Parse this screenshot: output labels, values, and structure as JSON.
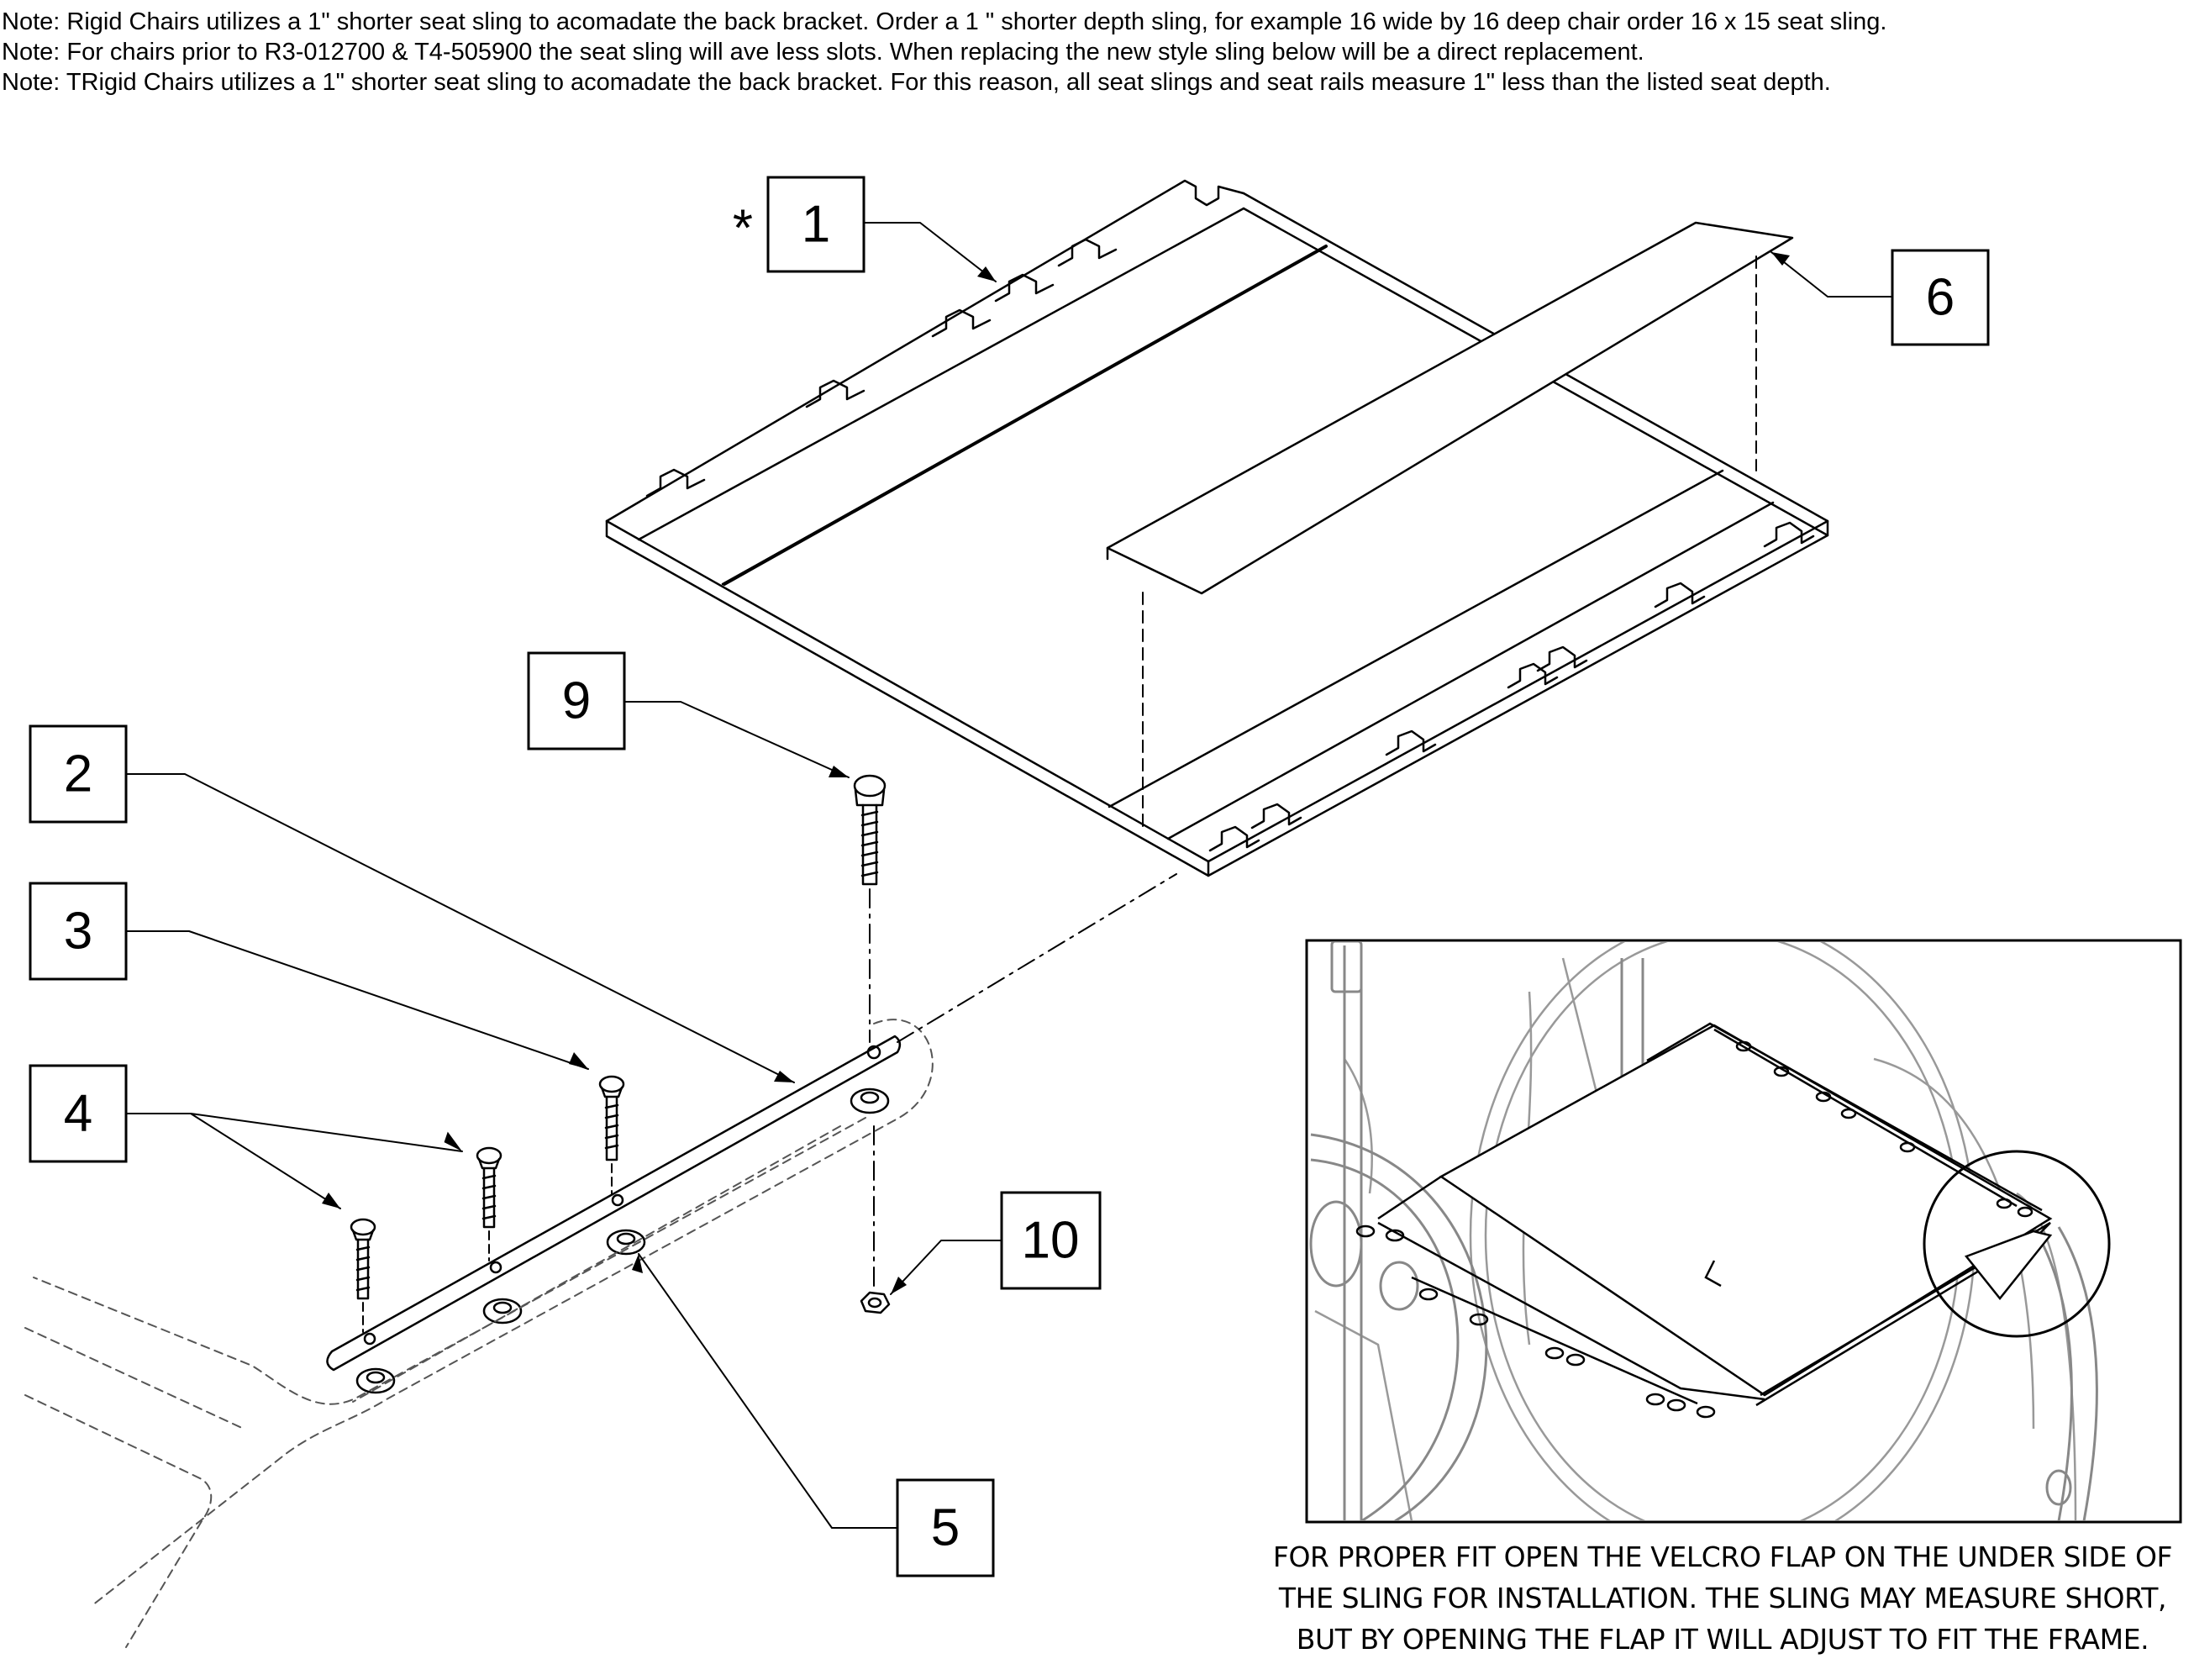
{
  "notes": [
    "Note: Rigid Chairs utilizes a 1\" shorter seat sling to acomadate the back bracket. Order a 1 \" shorter depth sling, for example 16 wide by 16 deep chair order 16 x 15 seat sling.",
    "Note: For chairs prior to R3-012700 & T4-505900 the seat sling will ave less slots. When replacing the new style sling below will be a direct replacement.",
    "Note: TRigid Chairs utilizes a 1\" shorter seat sling to acomadate the back bracket. For this reason, all seat slings and seat rails measure 1\" less than the listed seat depth."
  ],
  "callouts": {
    "c1": "1",
    "c1_marker": "*",
    "c2": "2",
    "c3": "3",
    "c4": "4",
    "c5": "5",
    "c6": "6",
    "c9": "9",
    "c10": "10"
  },
  "caption": [
    "FOR PROPER FIT OPEN THE VELCRO FLAP ON THE UNDER SIDE OF",
    "THE SLING FOR INSTALLATION.  THE SLING MAY MEASURE SHORT,",
    "BUT BY OPENING THE FLAP IT  WILL ADJUST TO FIT THE FRAME."
  ]
}
